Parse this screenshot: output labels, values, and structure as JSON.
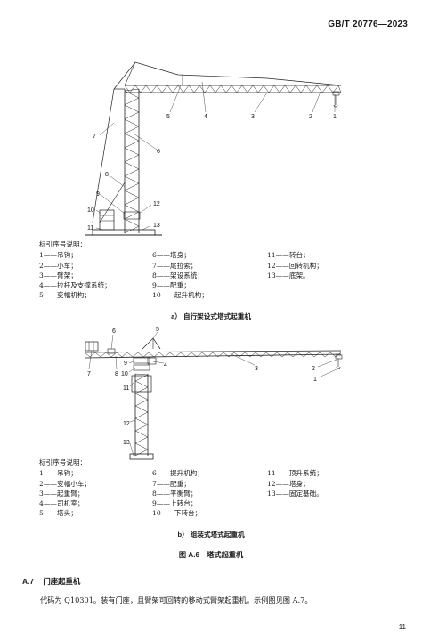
{
  "header": {
    "standard_code": "GB/T 20776—2023"
  },
  "figure_a": {
    "callouts": [
      "1",
      "2",
      "3",
      "4",
      "5",
      "6",
      "7",
      "8",
      "9",
      "10",
      "11",
      "12",
      "13"
    ],
    "legend_title": "标引序号说明：",
    "legend_rows": [
      [
        "1——吊钩；",
        "6——塔身；",
        "11——转台；"
      ],
      [
        "2——小车；",
        "7——尾拉索；",
        "12——回转机构；"
      ],
      [
        "3——臂架；",
        "8——架设系统；",
        "13——底架。"
      ],
      [
        "4——拉杆及支撑系统；",
        "9——配重；",
        ""
      ],
      [
        "5——变幅机构；",
        "10——起升机构；",
        ""
      ]
    ],
    "caption": "a） 自行架设式塔式起重机"
  },
  "figure_b": {
    "callouts": [
      "1",
      "2",
      "3",
      "4",
      "5",
      "6",
      "7",
      "8",
      "9",
      "10",
      "11",
      "12",
      "13"
    ],
    "legend_title": "标引序号说明：",
    "legend_rows": [
      [
        "1——吊钩；",
        "6——提升机构；",
        "11——顶升系统；"
      ],
      [
        "2——变幅小车；",
        "7——配重；",
        "12——塔身；"
      ],
      [
        "3——起重臂；",
        "8——平衡臂；",
        "13——固定基础。"
      ],
      [
        "4——司机室；",
        "9——上转台；",
        ""
      ],
      [
        "5——塔头；",
        "10——下转台；",
        ""
      ]
    ],
    "caption": "b） 组装式塔式起重机"
  },
  "figure_title": "图 A.6　塔式起重机",
  "section": {
    "number": "A.7",
    "title": "门座起重机"
  },
  "paragraph": "代码为 Q10301。装有门座，且臂架可回转的移动式臂架起重机。示例图见图 A.7。",
  "page_number": "11"
}
